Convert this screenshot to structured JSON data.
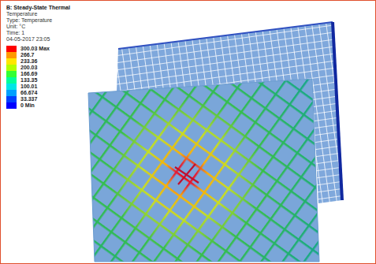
{
  "diagram": {
    "title": "B: Steady-State Thermal",
    "labels": [
      "Temperature",
      "Type: Temperature",
      "Unit: °C",
      "Time: 1",
      "04-05-2017 23:05"
    ],
    "legend": [
      {
        "text": "300.03 Max",
        "color": "#ff0000"
      },
      {
        "text": "266.7",
        "color": "#ff9900"
      },
      {
        "text": "233.36",
        "color": "#ffe600"
      },
      {
        "text": "200.03",
        "color": "#b3ff00"
      },
      {
        "text": "166.69",
        "color": "#33ff33"
      },
      {
        "text": "133.35",
        "color": "#00ff99"
      },
      {
        "text": "100.01",
        "color": "#00e6e6"
      },
      {
        "text": "66.674",
        "color": "#00a0ff"
      },
      {
        "text": "33.337",
        "color": "#0040ff"
      },
      {
        "text": "0 Min",
        "color": "#0000ff"
      }
    ]
  }
}
